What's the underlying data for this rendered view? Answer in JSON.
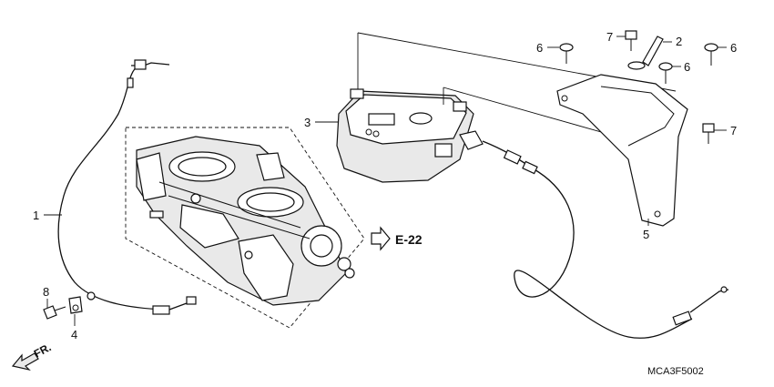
{
  "callouts": {
    "c1": "1",
    "c2": "2",
    "c3": "3",
    "c4": "4",
    "c5": "5",
    "c6a": "6",
    "c6b": "6",
    "c6c": "6",
    "c7a": "7",
    "c7b": "7",
    "c8": "8"
  },
  "reference": {
    "label": "E-22"
  },
  "direction": {
    "label": "FR."
  },
  "diagram_code": "MCA3F5002"
}
